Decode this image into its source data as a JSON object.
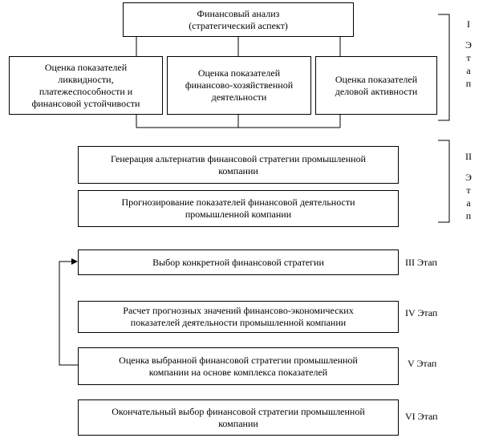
{
  "boxes": {
    "root": "Финансовый анализ\n(стратегический аспект)",
    "liquidity": "Оценка показателей\nликвидности,\nплатежеспособности и\nфинансовой устойчивости",
    "economic": "Оценка показателей\nфинансово-хозяйственной\nдеятельности",
    "activity": "Оценка показателей\nделовой активности",
    "generation": "Генерация альтернатив финансовой стратегии промышленной\nкомпании",
    "forecasting": "Прогнозирование показателей финансовой деятельности\nпромышленной компании",
    "selection": "Выбор конкретной финансовой стратегии",
    "calculation": "Расчет прогнозных значений финансово-экономических\nпоказателей деятельности промышленной компании",
    "evaluation": "Оценка выбранной финансовой стратегии промышленной\nкомпании на основе комплекса показателей",
    "final": "Окончательный выбор финансовой стратегии промышленной\nкомпании"
  },
  "stages": {
    "stage1": {
      "numeral": "I",
      "letters": [
        "Э",
        "т",
        "а",
        "п"
      ]
    },
    "stage2": {
      "numeral": "II",
      "letters": [
        "Э",
        "т",
        "а",
        "п"
      ]
    },
    "stage3": "III Этап",
    "stage4": "IV Этап",
    "stage5": "V Этап",
    "stage6": "VI Этап"
  }
}
